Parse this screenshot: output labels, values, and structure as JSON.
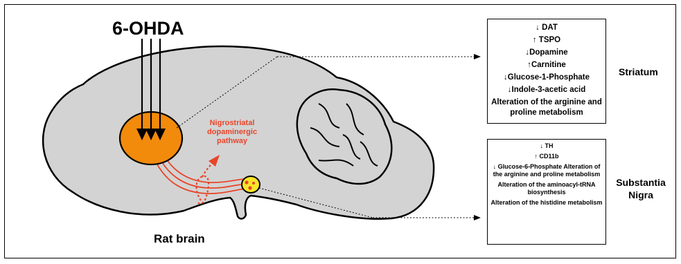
{
  "toxin_label": "6-OHDA",
  "brain_label": "Rat brain",
  "pathway_label": [
    "Nigrostriatal",
    "dopaminergic",
    "pathway"
  ],
  "regions": {
    "striatum": {
      "label": "Striatum",
      "items": [
        "↓ DAT",
        "↑ TSPO",
        "↓Dopamine",
        "↑Carnitine",
        "↓Glucose-1-Phosphate",
        "↓Indole-3-acetic acid",
        "Alteration of the arginine and proline metabolism"
      ]
    },
    "substantia_nigra": {
      "label": "Substantia Nigra",
      "items": [
        "↓ TH",
        "↑ CD11b",
        "↓ Glucose-6-Phosphate Alteration of the arginine and proline metabolism",
        "Alteration of the aminoacyl-tRNA biosynthesis",
        "Alteration of the histidine metabolism"
      ]
    }
  },
  "colors": {
    "brain_fill": "#d3d3d3",
    "striatum_fill": "#f28a0c",
    "substantia_nigra_fill": "#f7e52a",
    "pathway_red": "#e8452a"
  }
}
